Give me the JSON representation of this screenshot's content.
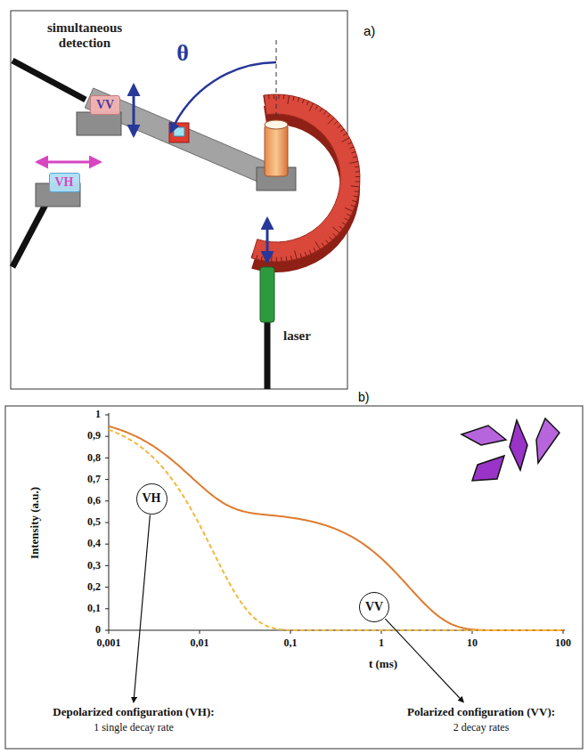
{
  "diagram": {
    "nodes": [
      {
        "text": [
          "VV"
        ]
      },
      {
        "text": [
          "VH"
        ]
      },
      {
        "text": [
          "VH"
        ]
      },
      {
        "text": [
          "VV"
        ]
      }
    ],
    "labels": [
      "simultaneous detection",
      "θ",
      "a)",
      "laser",
      "b)",
      "Intensity (a.u.)",
      "1",
      "0,9",
      "0,8",
      "0,7",
      "0,6",
      "0,5",
      "0,4",
      "0,3",
      "0,2",
      "0,1",
      "0",
      "0,001",
      "0,01",
      "0,1",
      "1",
      "10",
      "100",
      "t (ms)",
      "Depolarized configuration (VH):",
      "1 single decay rate",
      "Polarized configuration (VV):",
      "2 decay rates"
    ]
  }
}
